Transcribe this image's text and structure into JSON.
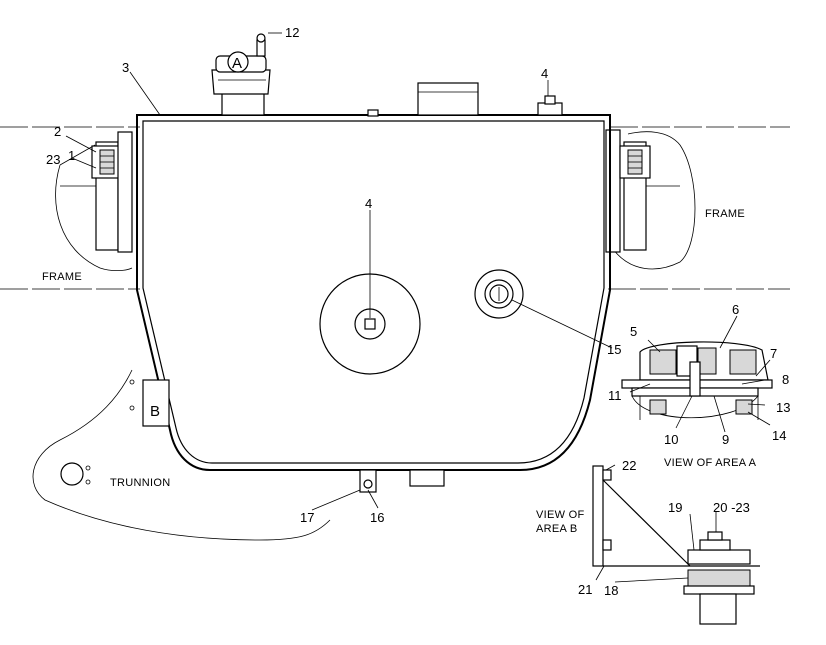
{
  "callouts": {
    "c1": "1",
    "c2": "2",
    "c3": "3",
    "c4_top": "4",
    "c4_center": "4",
    "c5": "5",
    "c6": "6",
    "c7": "7",
    "c8": "8",
    "c9": "9",
    "c10": "10",
    "c11": "11",
    "c12": "12",
    "c13": "13",
    "c14": "14",
    "c15": "15",
    "c16": "16",
    "c17": "17",
    "c18": "18",
    "c19": "19",
    "c20_23": "20 -23",
    "c21": "21",
    "c22": "22",
    "c23": "23"
  },
  "labels": {
    "frame_right": "FRAME",
    "frame_left": "FRAME",
    "trunnion": "TRUNNION",
    "view_area_a": "VIEW OF AREA A",
    "view_area_b_line1": "VIEW OF",
    "view_area_b_line2": "AREA B",
    "area_marker_a": "A",
    "area_marker_b": "B"
  }
}
